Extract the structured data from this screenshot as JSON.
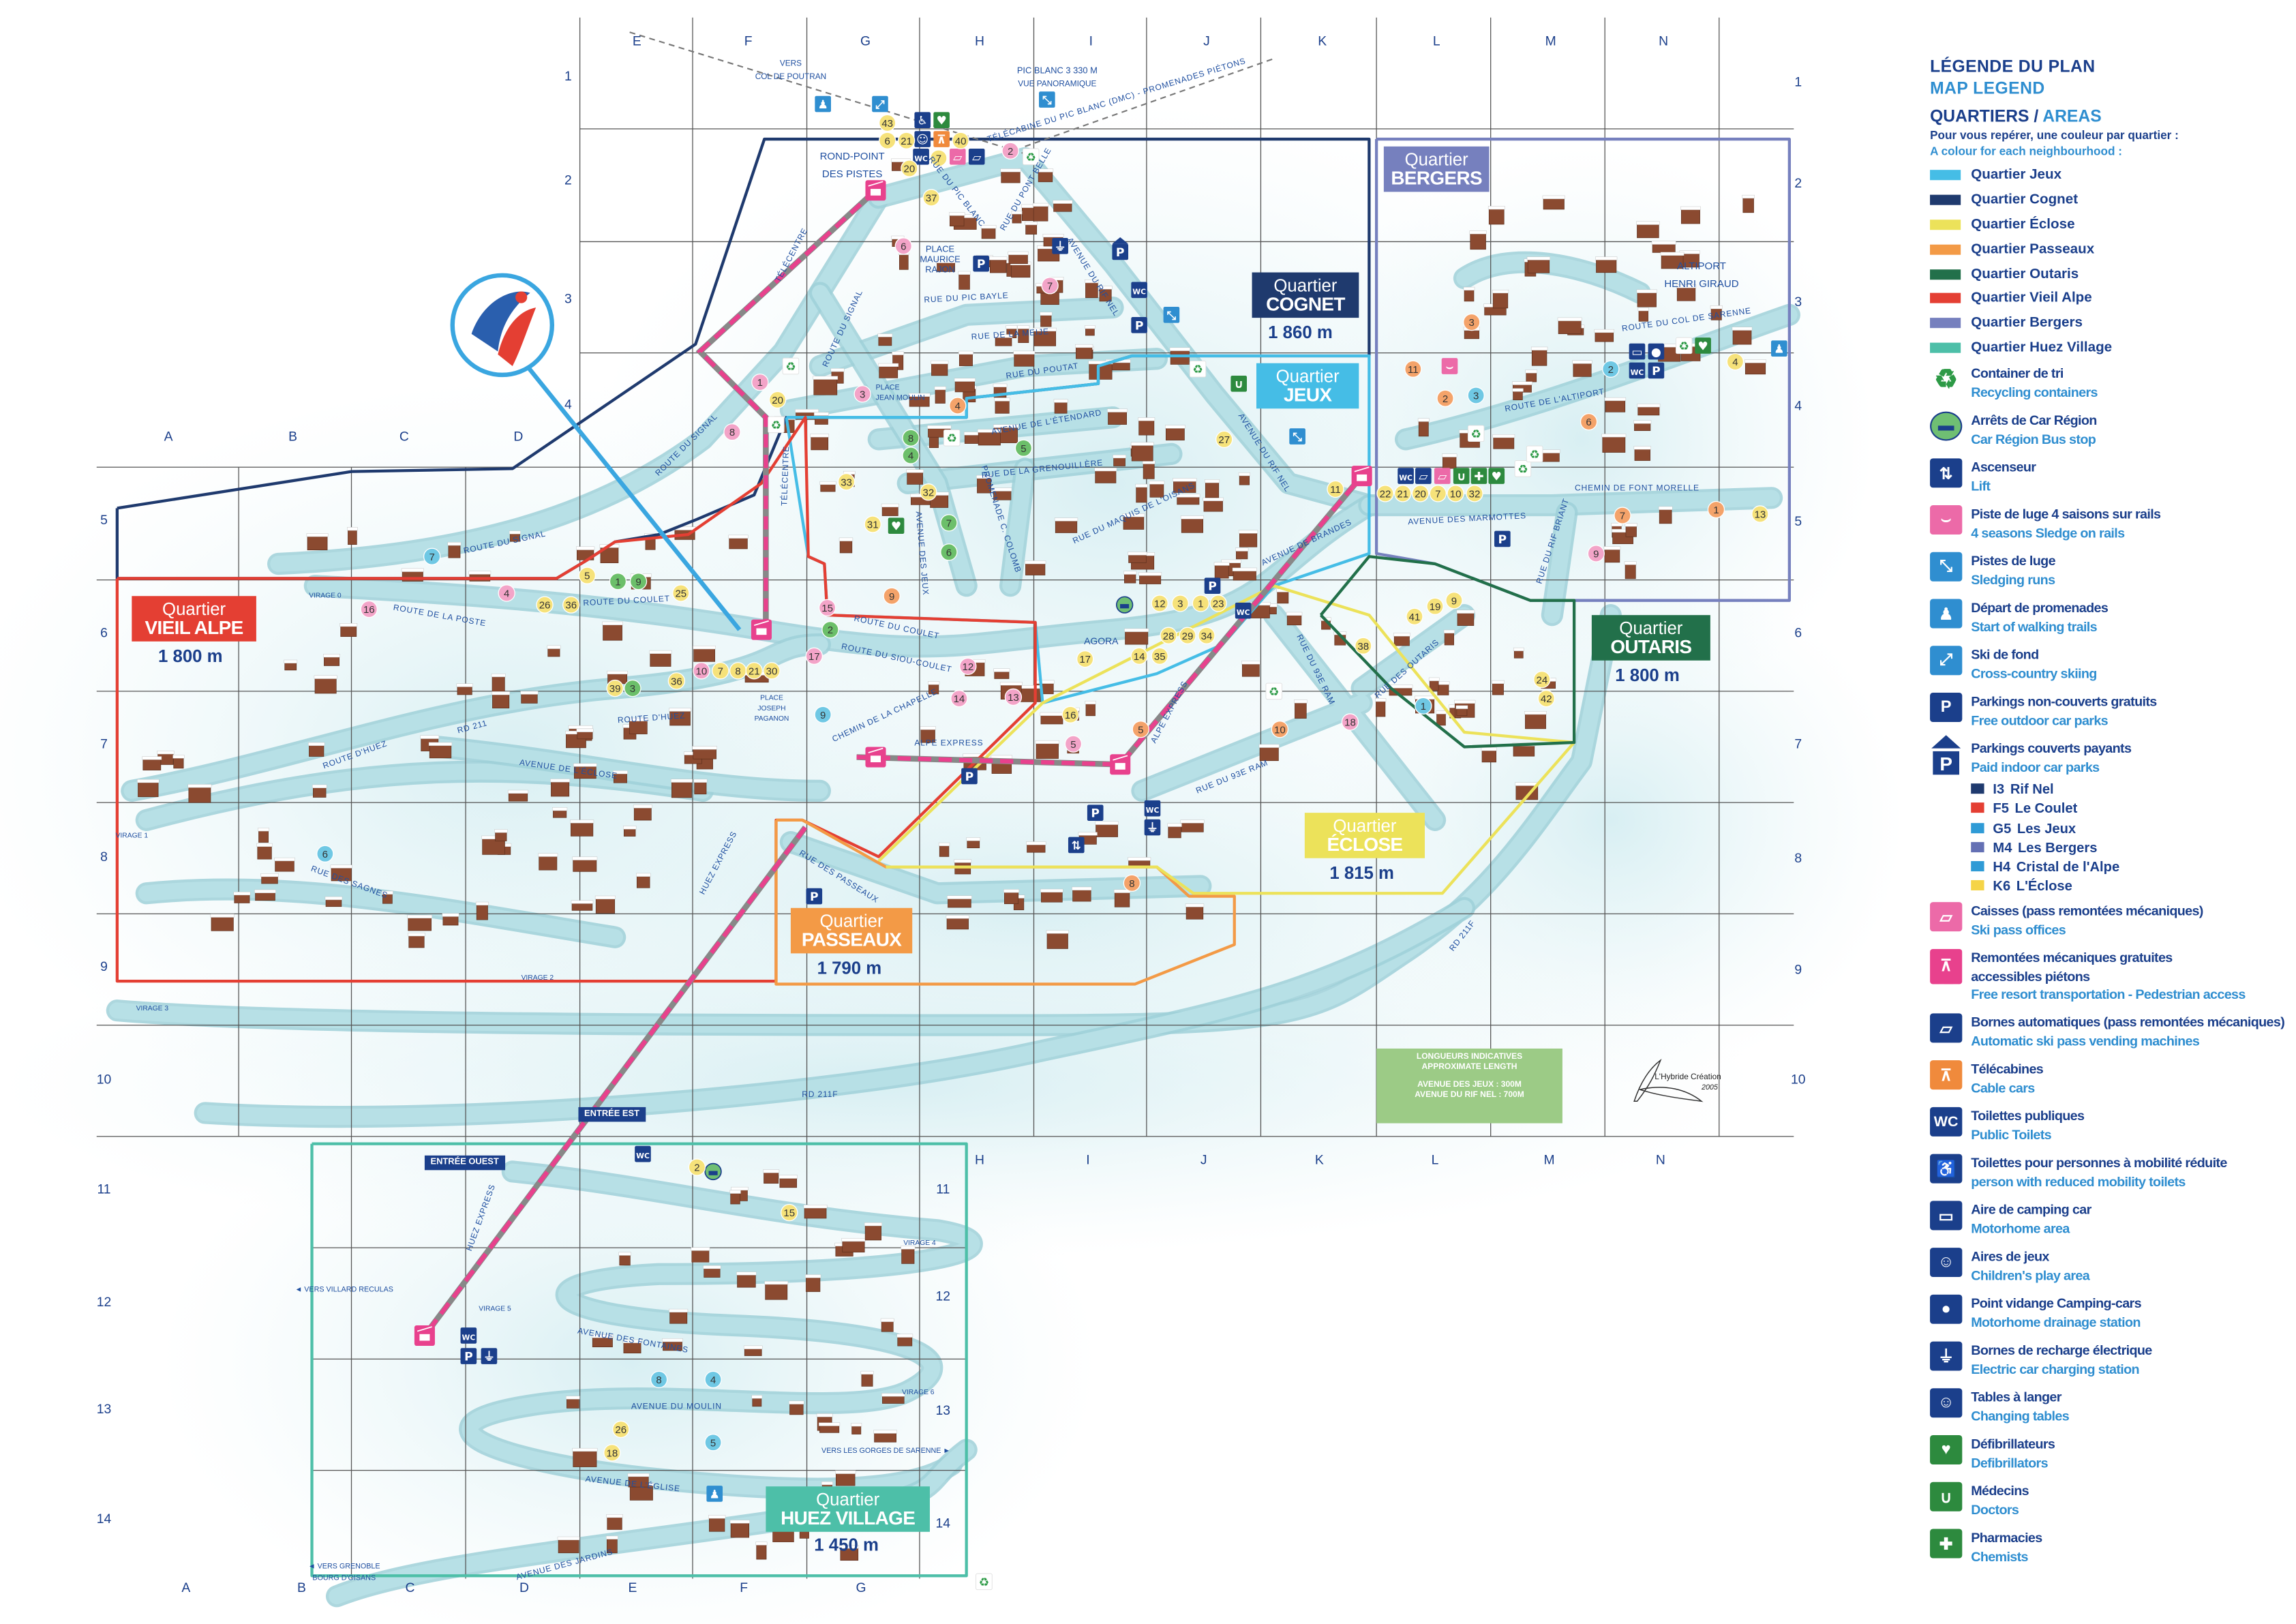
{
  "legend": {
    "title_fr": "LÉGENDE DU PLAN",
    "title_en": "MAP LEGEND",
    "section_fr": "QUARTIERS /",
    "section_en": "AREAS",
    "subtitle_fr": "Pour vous repérer, une couleur par quartier :",
    "subtitle_en": "A colour for each neighbourhood :",
    "quarters": [
      {
        "label": "Quartier Jeux",
        "color": "#45bde6"
      },
      {
        "label": "Quartier Cognet",
        "color": "#1f3a6e"
      },
      {
        "label": "Quartier Éclose",
        "color": "#ece25a"
      },
      {
        "label": "Quartier Passeaux",
        "color": "#f39a46"
      },
      {
        "label": "Quartier Outaris",
        "color": "#22704a"
      },
      {
        "label": "Quartier Vieil Alpe",
        "color": "#e43f33"
      },
      {
        "label": "Quartier Bergers",
        "color": "#7680be"
      },
      {
        "label": "Quartier Huez Village",
        "color": "#4dbfa8"
      }
    ],
    "items_a": [
      {
        "icon": "recycling-icon",
        "fr": "Container de tri",
        "en": "Recycling containers"
      },
      {
        "icon": "bus-stop-icon",
        "fr": "Arrêts de Car Région",
        "en": "Car Région Bus stop"
      },
      {
        "icon": "lift-icon",
        "fr": "Ascenseur",
        "en": "Lift"
      },
      {
        "icon": "sledge-rail-icon",
        "fr": "Piste de luge 4 saisons sur rails",
        "en": "4 seasons Sledge on rails"
      },
      {
        "icon": "sledging-icon",
        "fr": "Pistes de luge",
        "en": "Sledging runs"
      },
      {
        "icon": "walking-icon",
        "fr": "Départ de promenades",
        "en": "Start of walking trails"
      },
      {
        "icon": "cross-country-icon",
        "fr": "Ski de fond",
        "en": "Cross-country skiing"
      },
      {
        "icon": "parking-icon",
        "fr": "Parkings non-couverts gratuits",
        "en": "Free outdoor car parks"
      },
      {
        "icon": "covered-parking-icon",
        "fr": "Parkings couverts payants",
        "en": "Paid indoor car parks"
      }
    ],
    "car_parks": [
      {
        "code": "I3",
        "name": "Rif Nel",
        "color": "#1f3a6e"
      },
      {
        "code": "F5",
        "name": "Le Coulet",
        "color": "#e43f33"
      },
      {
        "code": "G5",
        "name": "Les Jeux",
        "color": "#2f9bd6"
      },
      {
        "code": "M4",
        "name": "Les Bergers",
        "color": "#6470b4"
      },
      {
        "code": "H4",
        "name": "Cristal de l'Alpe",
        "color": "#2f9bd6"
      },
      {
        "code": "K6",
        "name": "L'Éclose",
        "color": "#f5d447"
      }
    ],
    "items_b": [
      {
        "icon": "ski-pass-office-icon",
        "fr": "Caisses (pass remontées mécaniques)",
        "en": "Ski pass offices"
      },
      {
        "icon": "free-lift-icon",
        "fr": "Remontées mécaniques gratuites",
        "fr2": "accessibles piétons",
        "en": "Free resort transportation - Pedestrian access"
      },
      {
        "icon": "ski-pass-machine-icon",
        "fr": "Bornes automatiques (pass remontées mécaniques)",
        "en": "Automatic ski pass vending machines"
      },
      {
        "icon": "cable-car-icon",
        "fr": "Télécabines",
        "en": "Cable cars"
      },
      {
        "icon": "wc-icon",
        "fr": "Toilettes publiques",
        "en": "Public Toilets"
      },
      {
        "icon": "accessible-wc-icon",
        "fr": "Toilettes pour personnes à mobilité réduite",
        "en": "person with reduced mobility toilets"
      },
      {
        "icon": "motorhome-icon",
        "fr": "Aire de camping car",
        "en": "Motorhome area"
      },
      {
        "icon": "playground-icon",
        "fr": "Aires de jeux",
        "en": "Children's play area"
      },
      {
        "icon": "drainage-icon",
        "fr": "Point vidange Camping-cars",
        "en": "Motorhome drainage station"
      },
      {
        "icon": "charging-icon",
        "fr": "Bornes de recharge électrique",
        "en": "Electric car charging station"
      },
      {
        "icon": "changing-table-icon",
        "fr": "Tables à langer",
        "en": "Changing tables"
      },
      {
        "icon": "defibrillator-icon",
        "fr": "Défibrillateurs",
        "en": "Defibrillators"
      },
      {
        "icon": "doctor-icon",
        "fr": "Médecins",
        "en": "Doctors"
      },
      {
        "icon": "pharmacy-icon",
        "fr": "Pharmacies",
        "en": "Chemists"
      }
    ]
  },
  "quarters": {
    "cognet": {
      "l1": "Quartier",
      "l2": "COGNET",
      "altitude": "1 860 m",
      "color": "#1f3a6e"
    },
    "jeux": {
      "l1": "Quartier",
      "l2": "JEUX",
      "color": "#45bde6"
    },
    "bergers": {
      "l1": "Quartier",
      "l2": "BERGERS",
      "color": "#7680be"
    },
    "vieil_alpe": {
      "l1": "Quartier",
      "l2": "VIEIL ALPE",
      "altitude": "1 800 m",
      "color": "#e43f33"
    },
    "outaris": {
      "l1": "Quartier",
      "l2": "OUTARIS",
      "altitude": "1 800 m",
      "color": "#22704a"
    },
    "eclose": {
      "l1": "Quartier",
      "l2": "ÉCLOSE",
      "altitude": "1 815 m",
      "color": "#ece25a"
    },
    "passeaux": {
      "l1": "Quartier",
      "l2": "PASSEAUX",
      "altitude": "1 790 m",
      "color": "#f39a46"
    },
    "huez_village": {
      "l1": "Quartier",
      "l2": "HUEZ VILLAGE",
      "altitude": "1 450 m",
      "color": "#4dbfa8"
    }
  },
  "grid": {
    "cols_top": [
      "E",
      "F",
      "G",
      "H",
      "I",
      "J",
      "K",
      "L",
      "M",
      "N"
    ],
    "cols_left": [
      "A",
      "B",
      "C",
      "D"
    ],
    "cols_mid": [
      "H",
      "I",
      "J",
      "K",
      "L",
      "M",
      "N"
    ],
    "cols_bottom": [
      "A",
      "B",
      "C",
      "D",
      "E",
      "F",
      "G"
    ],
    "rows_upper_left": [
      "1",
      "2",
      "3",
      "4"
    ],
    "rows_left": [
      "5",
      "6",
      "7",
      "8",
      "9",
      "10",
      "11",
      "12",
      "13",
      "14"
    ],
    "rows_right": [
      "1",
      "2",
      "3",
      "4",
      "5",
      "6",
      "7",
      "8",
      "9",
      "10"
    ],
    "rows_village_right": [
      "11",
      "12",
      "13",
      "14"
    ]
  },
  "streets": [
    "ROUTE DU SIGNAL",
    "ROUTE DU SIGNAL",
    "ROUTE DU SIGNAL",
    "RUE DU PIC BAYLE",
    "RUE DE LA MEIJE",
    "RUE DU POUTAT",
    "AVENUE DE L'ÉTENDARD",
    "RUE DE LA GRENOUILLÈRE",
    "RUE DU MAQUIS DE L'OISANS",
    "AVENUE DE BRANDES",
    "AVENUE DU RIF NEL",
    "AVENUE DU RIF NEL",
    "PROMENADE C. COLOMB",
    "AVENUE DES JEUX",
    "ROUTE DU COULET",
    "ROUTE DE LA POSTE",
    "ROUTE DU COULET",
    "ROUTE DU SIOU-COULET",
    "CHEMIN DE LA CHAPELLE",
    "ROUTE D'HUEZ",
    "RD 211",
    "ROUTE D'HUEZ",
    "AVENUE DE L'ÉCLOSE",
    "RUE DES SAGNES",
    "ALPE EXPRESS",
    "ALPE EXPRESS",
    "RUE DU 93E RAM",
    "RUE DU 93E RAM",
    "RUE DES OUTARIS",
    "AVENUE DES MARMOTTES",
    "RUE DU RIF BRIANT",
    "CHEMIN DE FONT MORELLE",
    "ROUTE DE L'ALTIPORT",
    "ROUTE DU COL DE SARENNE",
    "RUE DES PASSEAUX",
    "HUEZ EXPRESS",
    "RD 211F",
    "RD 211F",
    "HUEZ EXPRESS",
    "AVENUE DES FONTAINES",
    "AVENUE DU MOULIN",
    "AVENUE DE L'ÉGLISE",
    "AVENUE DES JARDINS",
    "RUE DU PIC BLANC",
    "RUE DU PONT BELLE",
    "TÉLÉCENTRE",
    "TÉLÉCENTRE",
    "TÉLÉCABINE DU PIC BLANC (DMC) - PROMENADES PIÉTONS"
  ],
  "places": [
    "VERS",
    "COL DE POUTRAN",
    "PIC BLANC 3 330 M",
    "VUE PANORAMIQUE",
    "ROND-POINT",
    "DES PISTES",
    "PLACE",
    "MAURICE",
    "RAJON",
    "PLACE",
    "JEAN MOULIN",
    "PLACE",
    "JOSEPH",
    "PAGANON",
    "AGORA",
    "ALTIPORT",
    "HENRI GIRAUD",
    "VIRAGE 0",
    "VIRAGE 1",
    "VIRAGE 2",
    "VIRAGE 3",
    "VIRAGE 4",
    "VIRAGE 5",
    "VIRAGE 6",
    "◄ VERS VILLARD RECULAS",
    "◄ VERS GRENOBLE",
    "BOURG D'OISANS",
    "VERS LES GORGES DE SARENNE ►"
  ],
  "entrances": {
    "east": "ENTRÉE EST",
    "west": "ENTRÉE OUEST"
  },
  "lengths": {
    "title_fr": "LONGUEURS INDICATIVES",
    "title_en": "APPROXIMATE LENGTH",
    "line1": "AVENUE DES JEUX : 300M",
    "line2": "AVENUE DU RIF NEL : 700M"
  },
  "signature": {
    "name": "L'Hybride Création",
    "year": "2005"
  },
  "markers": [
    "43",
    "6",
    "21",
    "40",
    "7",
    "20",
    "37",
    "20",
    "33",
    "32",
    "31",
    "25",
    "5",
    "26",
    "36",
    "39",
    "36",
    "7",
    "8",
    "21",
    "30",
    "12",
    "3",
    "1",
    "23",
    "28",
    "29",
    "34",
    "14",
    "35",
    "17",
    "16",
    "11",
    "22",
    "21",
    "20",
    "7",
    "10",
    "32",
    "41",
    "19",
    "9",
    "38",
    "24",
    "42",
    "27",
    "4",
    "13",
    "2",
    "15",
    "26",
    "18",
    "2",
    "6",
    "7",
    "1",
    "3",
    "8",
    "16",
    "4",
    "10",
    "15",
    "17",
    "12",
    "14",
    "13",
    "5",
    "9",
    "18",
    "4",
    "9",
    "3",
    "2",
    "11",
    "6",
    "7",
    "1",
    "5",
    "10",
    "8",
    "8",
    "4",
    "5",
    "7",
    "6",
    "1",
    "9",
    "3",
    "2",
    "7",
    "2",
    "3",
    "9",
    "1",
    "6",
    "8",
    "4",
    "5"
  ],
  "map_icons": [
    "walking-icon",
    "cross-country-icon",
    "sledging-icon",
    "accessible-wc-icon",
    "defibrillator-icon",
    "changing-table-icon",
    "cable-car-icon",
    "wc-icon",
    "ski-pass-office-icon",
    "ski-pass-machine-icon",
    "recycling-icon",
    "parking-icon",
    "charging-icon",
    "covered-parking-icon",
    "wc-icon",
    "parking-icon",
    "sledging-icon",
    "recycling-icon",
    "walking-icon",
    "motorhome-icon",
    "drainage-icon",
    "wc-icon",
    "parking-icon",
    "recycling-icon",
    "defibrillator-icon",
    "wc-icon",
    "ski-pass-machine-icon",
    "ski-pass-office-icon",
    "doctor-icon",
    "pharmacy-icon",
    "defibrillator-icon",
    "parking-icon",
    "recycling-icon",
    "parking-icon",
    "wc-icon",
    "bus-stop-icon",
    "parking-icon",
    "recycling-icon",
    "lift-icon",
    "parking-icon",
    "wc-icon",
    "charging-icon",
    "recycling-icon",
    "recycling-icon",
    "recycling-icon",
    "defibrillator-icon",
    "parking-icon",
    "wc-icon",
    "parking-icon",
    "charging-icon",
    "walking-icon",
    "recycling-icon",
    "sledge-rail-icon",
    "doctor-icon",
    "sledging-icon",
    "recycling-icon",
    "recycling-icon",
    "wc-icon",
    "bus-stop-icon"
  ]
}
